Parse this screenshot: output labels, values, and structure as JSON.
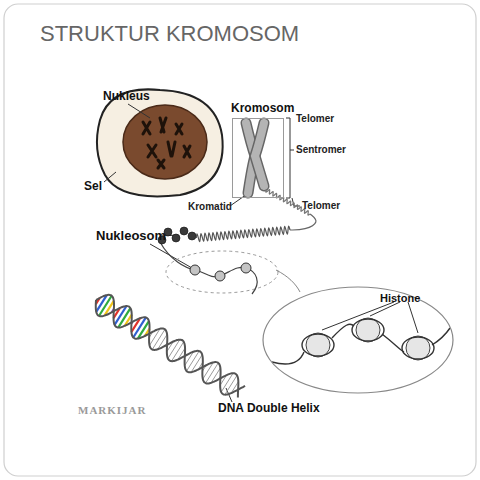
{
  "diagram": {
    "title": "STRUKTUR KROMOSOM",
    "nodes": [
      {
        "text": [
          "Kromosom"
        ]
      },
      {
        "text": [
          "Histone"
        ]
      }
    ],
    "labels": [
      "Nukleus",
      "Telomer",
      "Sentromer",
      "Sel",
      "Kromatid",
      "Telomer",
      "Nukleosom",
      "MARKIJAR",
      "DNA Double Helix"
    ]
  }
}
